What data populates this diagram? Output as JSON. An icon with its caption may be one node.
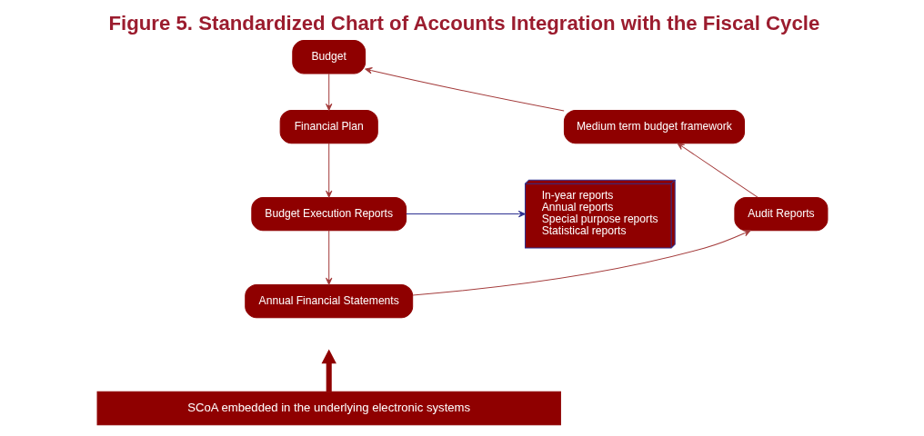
{
  "diagram": {
    "title": "Figure 5. Standardized Chart of Accounts Integration with the Fiscal Cycle",
    "nodes": [
      {
        "text": [
          "Budget"
        ]
      },
      {
        "text": [
          "Financial Plan"
        ]
      },
      {
        "text": [
          "Budget Execution Reports"
        ]
      },
      {
        "text": [
          "Annual Financial Statements"
        ]
      },
      {
        "text": [
          "Audit Reports"
        ]
      },
      {
        "text": [
          "Medium term budget framework"
        ]
      },
      {
        "text": [
          "In-year reports",
          "Annual reports",
          "Special purpose reports",
          "Statistical reports"
        ]
      },
      {
        "text": [
          "SCoA embedded in the underlying electronic systems"
        ]
      }
    ],
    "edges": [
      {
        "from": 0,
        "to": 1,
        "arrow": "to"
      },
      {
        "from": 1,
        "to": 2,
        "arrow": "to"
      },
      {
        "from": 2,
        "to": 3,
        "arrow": "to"
      },
      {
        "from": 3,
        "to": 4,
        "arrow": "to"
      },
      {
        "from": 4,
        "to": 5,
        "arrow": "to"
      },
      {
        "from": 5,
        "to": 0,
        "arrow": "to"
      },
      {
        "from": 2,
        "to": 6,
        "arrow": "to",
        "color": "#2e3192"
      },
      {
        "from": 7,
        "to": null,
        "arrow": "to",
        "style": "thick"
      }
    ]
  }
}
